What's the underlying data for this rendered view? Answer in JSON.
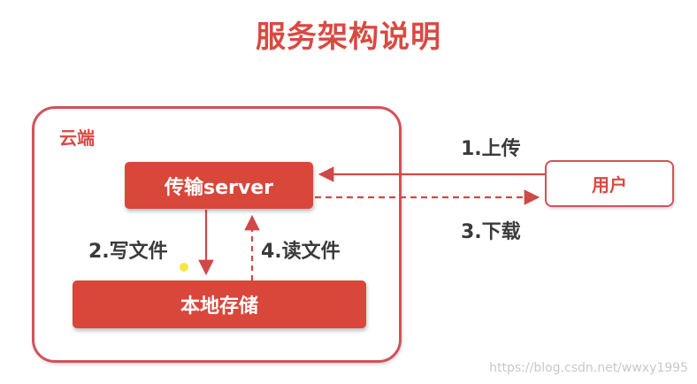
{
  "title": "服务架构说明",
  "cloud": {
    "label": "云端"
  },
  "server": {
    "label": "传输server"
  },
  "storage": {
    "label": "本地存储"
  },
  "user": {
    "label": "用户"
  },
  "arrows": {
    "upload_label": "1.上传",
    "download_label": "3.下载",
    "write_label": "2.写文件",
    "read_label": "4.读文件"
  },
  "watermark": "https://blog.csdn.net/wwxy1995",
  "colors": {
    "accent": "#d94a42",
    "border": "#d2525a",
    "text": "#3a3a3a"
  }
}
